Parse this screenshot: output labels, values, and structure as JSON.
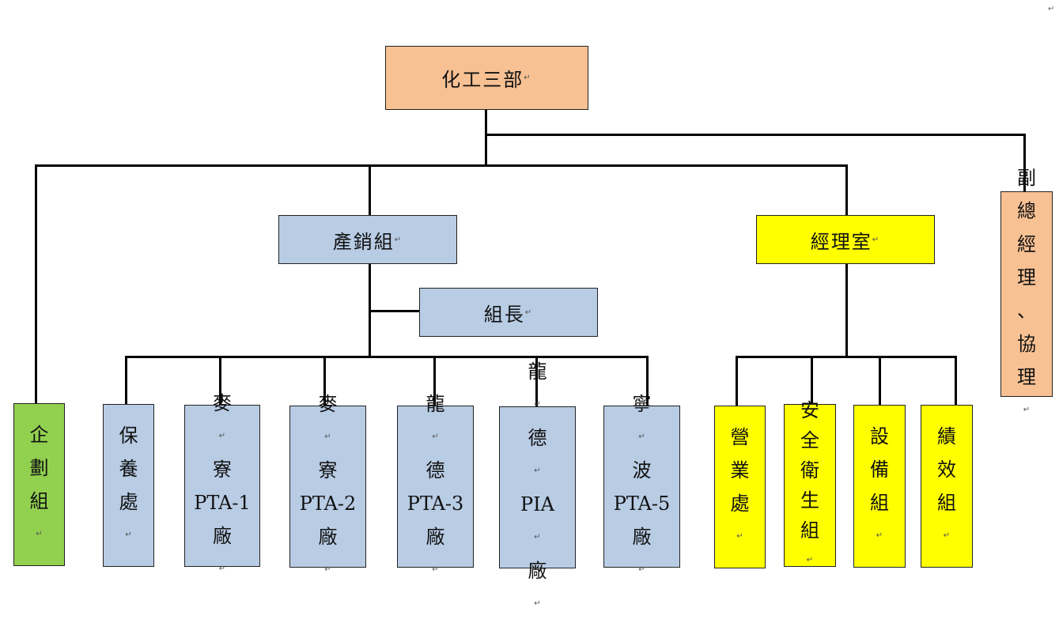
{
  "root": {
    "label": "化工三部"
  },
  "vp": {
    "lines": [
      "副",
      "總",
      "經",
      "理",
      "、",
      "協",
      "理"
    ]
  },
  "sales": {
    "label": "產銷組"
  },
  "leader": {
    "label": "組長"
  },
  "manager": {
    "label": "經理室"
  },
  "planning": {
    "lines": [
      "企",
      "劃",
      "組"
    ]
  },
  "plants": [
    {
      "lines": [
        "保",
        "養",
        "處"
      ]
    },
    {
      "lines": [
        "麥",
        "寮",
        "PTA-1",
        "廠"
      ]
    },
    {
      "lines": [
        "麥",
        "寮",
        "PTA-2",
        "廠"
      ]
    },
    {
      "lines": [
        "龍",
        "德",
        "PTA-3",
        "廠"
      ]
    },
    {
      "lines": [
        "龍",
        "德",
        "PIA",
        "廠"
      ]
    },
    {
      "lines": [
        "寧",
        "波",
        "PTA-5",
        "廠"
      ]
    }
  ],
  "units": [
    {
      "lines": [
        "營",
        "業",
        "處"
      ]
    },
    {
      "lines": [
        "安",
        "全",
        "衛",
        "生",
        "組"
      ]
    },
    {
      "lines": [
        "設",
        "備",
        "組"
      ]
    },
    {
      "lines": [
        "績",
        "效",
        "組"
      ]
    }
  ],
  "colors": {
    "orange": "#f8c193",
    "blue": "#b8cce4",
    "yellow": "#ffff00",
    "green": "#92d050"
  }
}
